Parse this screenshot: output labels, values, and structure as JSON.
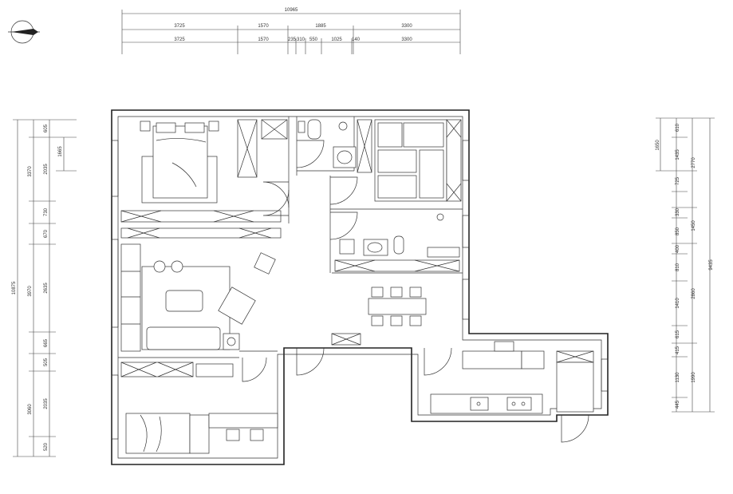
{
  "top_dims": {
    "overall": "10965",
    "row1": [
      "3725",
      "1570",
      "1885",
      "3300"
    ],
    "row2": [
      "3725",
      "1570",
      "235",
      "310",
      "550",
      "1025",
      "140",
      "3300"
    ]
  },
  "left_dims": {
    "overall": "10875",
    "col_a": [
      "3370",
      "3970",
      "3060"
    ],
    "col_b": [
      "605",
      "2035",
      "730",
      "670",
      "2635",
      "665",
      "505",
      "2035",
      "520"
    ],
    "col_c": [
      "1665"
    ]
  },
  "right_dims": {
    "overall": "9435",
    "col_a": [
      "1650",
      "2770",
      "1450",
      "2860",
      "1990"
    ],
    "col_b": [
      "610",
      "1435",
      "725",
      "330",
      "850",
      "400",
      "810",
      "1410",
      "615",
      "415",
      "1130",
      "445"
    ]
  }
}
